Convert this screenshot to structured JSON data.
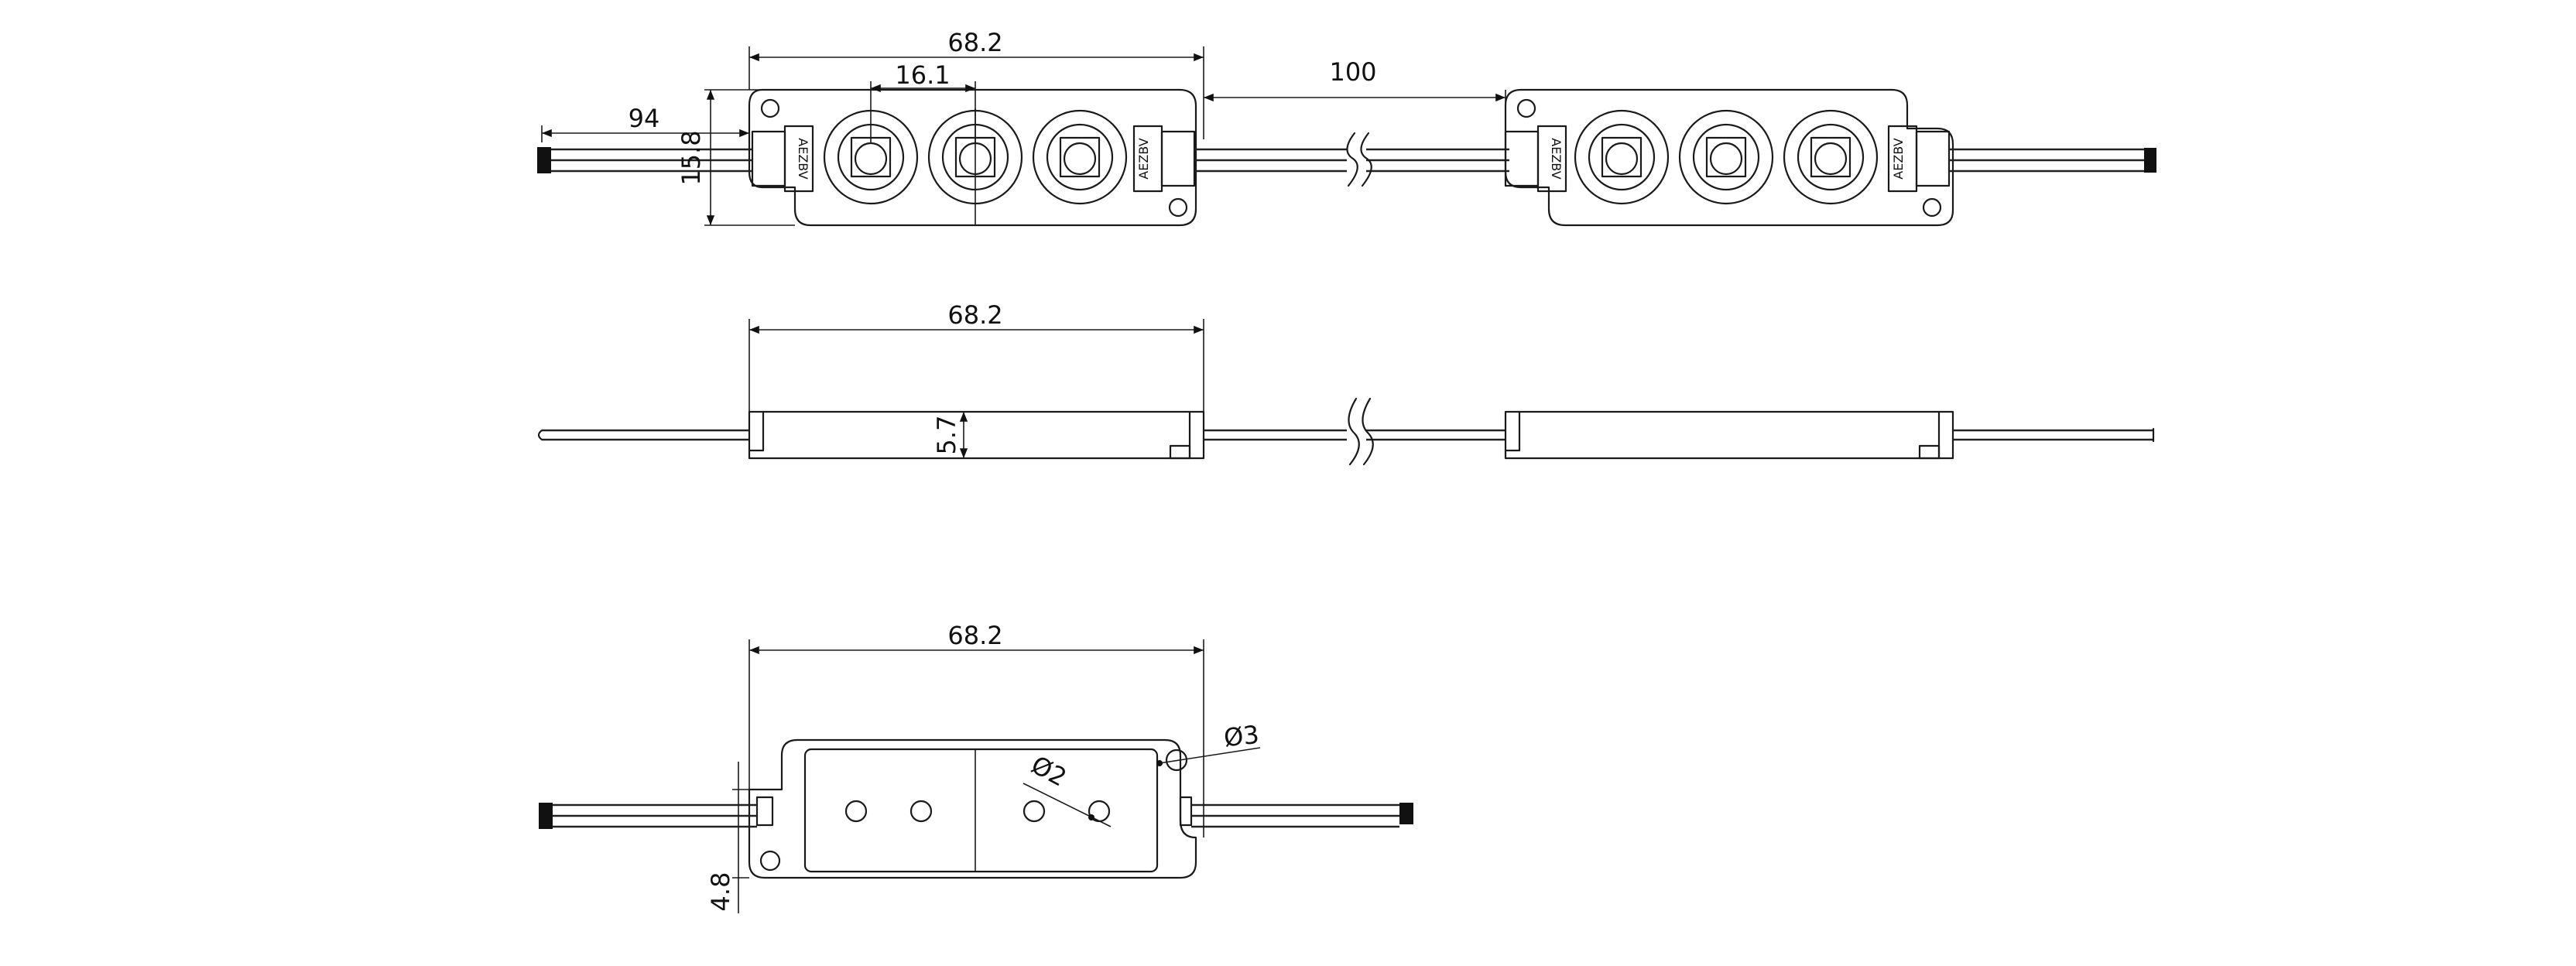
{
  "dimensions": {
    "top_length": "68.2",
    "led_pitch": "16.1",
    "spacing": "100",
    "wire_length": "94",
    "height": "15.8",
    "side_length": "68.2",
    "thickness": "5.7",
    "bottom_length": "68.2",
    "hole_large": "Ø3",
    "hole_small": "Ø2",
    "bottom_offset": "4.8"
  },
  "connector_marking": "AEZBV"
}
